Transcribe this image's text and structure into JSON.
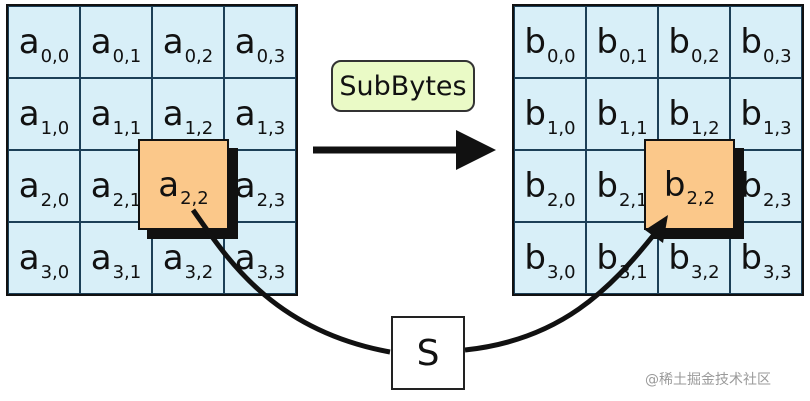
{
  "input_state": {
    "base": "a",
    "cells": [
      [
        "0,0",
        "0,1",
        "0,2",
        "0,3"
      ],
      [
        "1,0",
        "1,1",
        "1,2",
        "1,3"
      ],
      [
        "2,0",
        "2,1",
        "2,2",
        "2,3"
      ],
      [
        "3,0",
        "3,1",
        "3,2",
        "3,3"
      ]
    ],
    "highlight": {
      "base": "a",
      "index": "2,2"
    }
  },
  "output_state": {
    "base": "b",
    "cells": [
      [
        "0,0",
        "0,1",
        "0,2",
        "0,3"
      ],
      [
        "1,0",
        "1,1",
        "1,2",
        "1,3"
      ],
      [
        "2,0",
        "2,1",
        "2,2",
        "2,3"
      ],
      [
        "3,0",
        "3,1",
        "3,2",
        "3,3"
      ]
    ],
    "highlight": {
      "base": "b",
      "index": "2,2"
    }
  },
  "operation_label": "SubBytes",
  "sbox_label": "S",
  "watermark": "@稀土掘金技术社区",
  "colors": {
    "cell_fill": "#d8eff8",
    "highlight_fill": "#fbc88a",
    "label_fill": "#eafac6",
    "line": "#111111"
  }
}
